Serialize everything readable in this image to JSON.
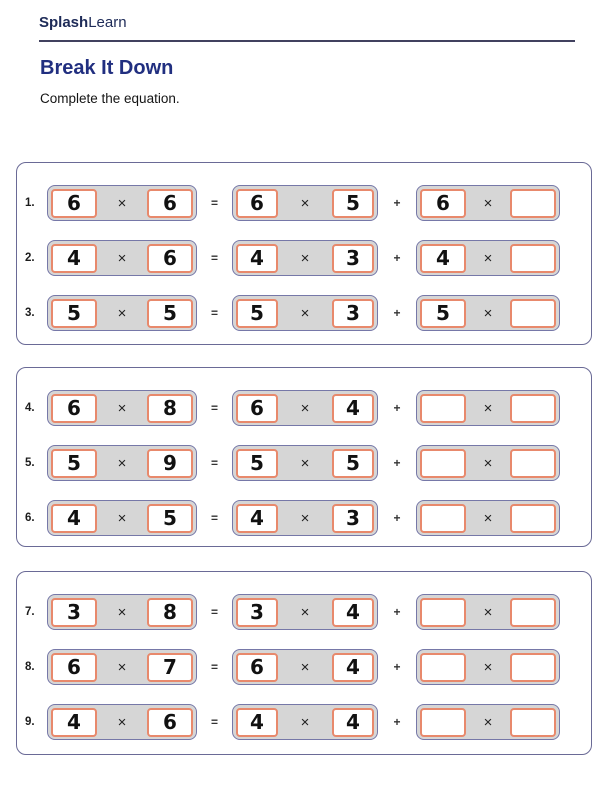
{
  "header": {
    "logo_bold": "Splash",
    "logo_light": "Learn",
    "title": "Break It Down",
    "instruction": "Complete the equation."
  },
  "symbols": {
    "times": "×",
    "equals": "=",
    "plus": "+"
  },
  "colors": {
    "title_navy": "#212f80",
    "logo_navy": "#1e2b58",
    "divider": "#41415f",
    "section_border": "#6a6a96",
    "group_border": "#7678a8",
    "group_background": "#d6d6d6",
    "cell_border": "#e8896c"
  },
  "sections": [
    {
      "problems": [
        {
          "label": "1.",
          "groups": [
            [
              "6",
              "6"
            ],
            [
              "6",
              "5"
            ],
            [
              "6",
              ""
            ]
          ]
        },
        {
          "label": "2.",
          "groups": [
            [
              "4",
              "6"
            ],
            [
              "4",
              "3"
            ],
            [
              "4",
              ""
            ]
          ]
        },
        {
          "label": "3.",
          "groups": [
            [
              "5",
              "5"
            ],
            [
              "5",
              "3"
            ],
            [
              "5",
              ""
            ]
          ]
        }
      ]
    },
    {
      "problems": [
        {
          "label": "4.",
          "groups": [
            [
              "6",
              "8"
            ],
            [
              "6",
              "4"
            ],
            [
              "",
              ""
            ]
          ]
        },
        {
          "label": "5.",
          "groups": [
            [
              "5",
              "9"
            ],
            [
              "5",
              "5"
            ],
            [
              "",
              ""
            ]
          ]
        },
        {
          "label": "6.",
          "groups": [
            [
              "4",
              "5"
            ],
            [
              "4",
              "3"
            ],
            [
              "",
              ""
            ]
          ]
        }
      ]
    },
    {
      "problems": [
        {
          "label": "7.",
          "groups": [
            [
              "3",
              "8"
            ],
            [
              "3",
              "4"
            ],
            [
              "",
              ""
            ]
          ]
        },
        {
          "label": "8.",
          "groups": [
            [
              "6",
              "7"
            ],
            [
              "6",
              "4"
            ],
            [
              "",
              ""
            ]
          ]
        },
        {
          "label": "9.",
          "groups": [
            [
              "4",
              "6"
            ],
            [
              "4",
              "4"
            ],
            [
              "",
              ""
            ]
          ]
        }
      ]
    }
  ]
}
